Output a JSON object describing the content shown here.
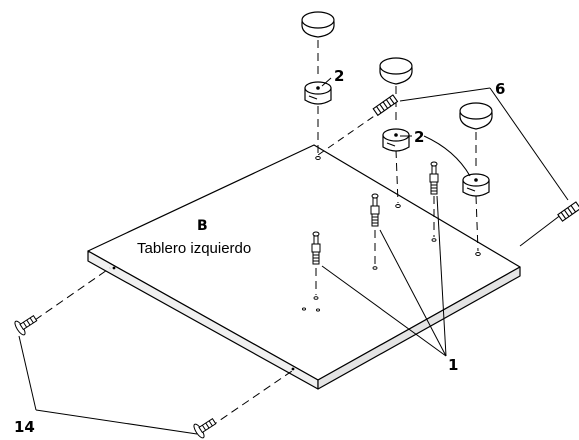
{
  "diagram": {
    "panel": {
      "letter": "B",
      "name": "Tablero izquierdo"
    },
    "callouts": {
      "cam_dowel": "1",
      "cam_lock": "2",
      "connector_bolt": "6",
      "screw": "14"
    }
  }
}
